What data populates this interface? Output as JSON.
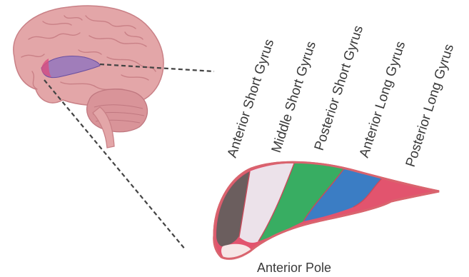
{
  "labels": {
    "anterior_short_gyrus": "Anterior Short Gyrus",
    "middle_short_gyrus": "Middle Short Gyrus",
    "posterior_short_gyrus": "Posterior Short Gyrus",
    "anterior_long_gyrus": "Anterior Long Gyrus",
    "posterior_long_gyrus": "Posterior Long Gyrus",
    "anterior_pole": "Anterior Pole"
  },
  "colors": {
    "brain": "#e3a6a8",
    "brain_dark": "#c98086",
    "insula_highlight": "#8a6fc0",
    "anterior_short_gyrus": "#6b5e5e",
    "middle_short_gyrus": "#ece2ea",
    "posterior_short_gyrus": "#38ad62",
    "anterior_long_gyrus": "#3b7dc4",
    "posterior_long_gyrus": "#e2546e",
    "anterior_pole": "#f6e6e6",
    "outline": "#d9646e",
    "pointer_line": "#444444"
  }
}
